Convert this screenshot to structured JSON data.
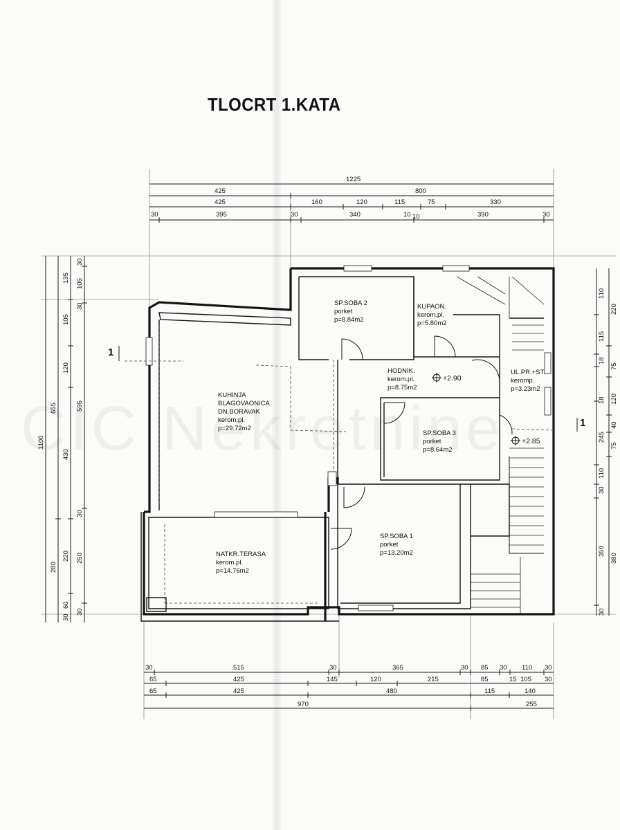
{
  "title": "TLOCRT 1.KATA",
  "watermark": "CIC Nekretnine",
  "section_marker": "1",
  "levels": [
    "+2.90",
    "+2.85"
  ],
  "rooms": [
    {
      "lines": [
        "SP.SOBA 2",
        "porket",
        "p=8.84m2"
      ]
    },
    {
      "lines": [
        "KUPAON.",
        "kerom.pl.",
        "p=5.80m2"
      ]
    },
    {
      "lines": [
        "HODNIK.",
        "kerom.pl.",
        "p=8.75m2"
      ]
    },
    {
      "lines": [
        "UL.PR.+ST.",
        "keromp.",
        "p=3.23m2"
      ]
    },
    {
      "lines": [
        "KUHINJA",
        "BLAGOVAONICA",
        "DN.BORAVAK",
        "kerom.pl.",
        "p=29.72m2"
      ]
    },
    {
      "lines": [
        "SP.SOBA 3",
        "porket",
        "p=8.64m2"
      ]
    },
    {
      "lines": [
        "SP.SOBA 1",
        "porket",
        "p=13.20m2"
      ]
    },
    {
      "lines": [
        "NATKR.TERASA",
        "kerom.pl.",
        "p=14.76m2"
      ]
    }
  ],
  "dimensions": {
    "top_row1": [
      "1225"
    ],
    "top_row2": [
      "425",
      "800"
    ],
    "top_row3": [
      "425",
      "160",
      "120",
      "115",
      "75",
      "330"
    ],
    "top_row4": [
      "30",
      "395",
      "30",
      "340",
      "10",
      "10",
      "390",
      "30"
    ],
    "bottom_row1": [
      "30",
      "515",
      "30",
      "365",
      "30",
      "85",
      "30",
      "110",
      "30"
    ],
    "bottom_row2": [
      "65",
      "425",
      "145",
      "120",
      "215",
      "85",
      "15",
      "105",
      "30"
    ],
    "bottom_row3": [
      "65",
      "425",
      "480",
      "115",
      "140"
    ],
    "bottom_row4": [
      "970",
      "255"
    ],
    "left_col1": [
      "1100"
    ],
    "left_col2": [
      "655",
      "280"
    ],
    "left_col3": [
      "135",
      "105",
      "120",
      "430",
      "220",
      "60",
      "30"
    ],
    "left_col4": [
      "30",
      "105",
      "30",
      "595",
      "30",
      "250",
      "30"
    ],
    "right_col1": [
      "110",
      "115",
      "18",
      "18",
      "245",
      "110",
      "30",
      "350",
      "30"
    ],
    "right_col2": [
      "220",
      "75",
      "120",
      "40",
      "75",
      "380"
    ]
  }
}
